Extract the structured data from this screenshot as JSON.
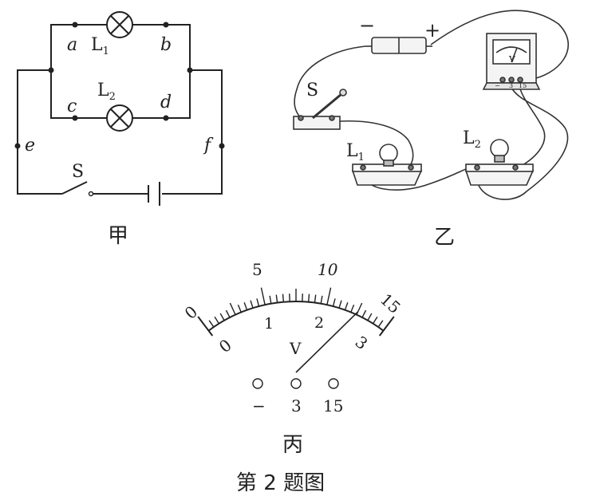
{
  "figure_a": {
    "label": "甲",
    "nodes": {
      "a": "a",
      "b": "b",
      "c": "c",
      "d": "d",
      "e": "e",
      "f": "f"
    },
    "lamp1": {
      "letter": "L",
      "sub": "1"
    },
    "lamp2": {
      "letter": "L",
      "sub": "2"
    },
    "switch_label": "S"
  },
  "figure_b": {
    "label": "乙",
    "battery_minus": "−",
    "battery_plus": "+",
    "switch_label": "S",
    "lamp1": {
      "letter": "L",
      "sub": "1"
    },
    "lamp2": {
      "letter": "L",
      "sub": "2"
    },
    "meter_unit": "V",
    "meter_terminals": [
      "−",
      "3",
      "15"
    ]
  },
  "figure_c": {
    "label": "丙",
    "outer_scale": [
      "0",
      "5",
      "10",
      "15"
    ],
    "inner_scale": [
      "0",
      "1",
      "2",
      "3"
    ],
    "unit": "V",
    "terminals": [
      "−",
      "3",
      "15"
    ],
    "reading_major": 2.5
  },
  "caption": "第 2 题图"
}
